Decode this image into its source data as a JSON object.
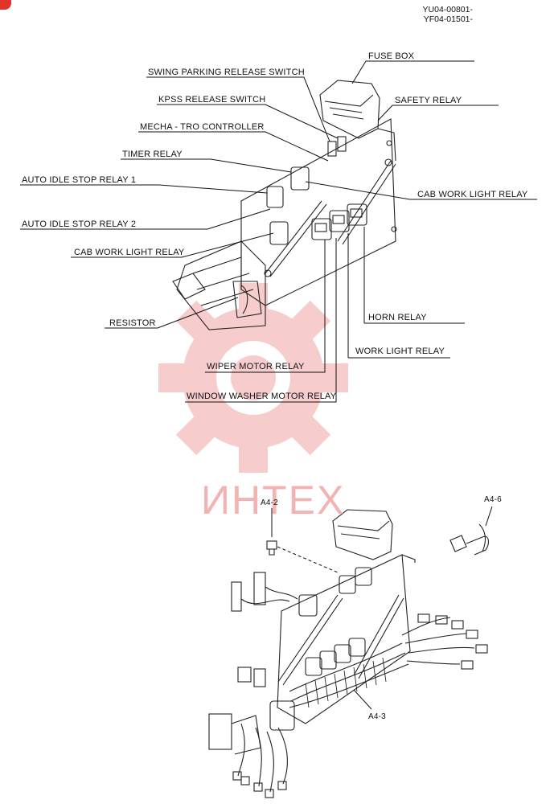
{
  "header": {
    "codes": [
      "YU04-00801-",
      "YF04-01501-"
    ]
  },
  "labels": {
    "fuse_box": "FUSE BOX",
    "swing_parking_release_switch": "SWING PARKING RELEASE SWITCH",
    "kpss_release_switch": "KPSS RELEASE SWITCH",
    "safety_relay": "SAFETY RELAY",
    "mecha_tro_controller": "MECHA - TRO CONTROLLER",
    "timer_relay": "TIMER RELAY",
    "auto_idle_stop_relay_1": "AUTO IDLE STOP RELAY 1",
    "cab_work_light_relay_right": "CAB WORK LIGHT RELAY",
    "auto_idle_stop_relay_2": "AUTO IDLE STOP RELAY 2",
    "cab_work_light_relay_left": "CAB WORK LIGHT RELAY",
    "resistor": "RESISTOR",
    "horn_relay": "HORN  RELAY",
    "work_light_relay": "WORK LIGHT  RELAY",
    "wiper_motor_relay": "WIPER MOTOR RELAY",
    "window_washer_motor_relay": "WINDOW WASHER MOTOR RELAY"
  },
  "part_refs": {
    "a4_2": "A4-2",
    "a4_6": "A4-6",
    "a4_3": "A4-3"
  },
  "watermark": {
    "text": "ИНТЕХ",
    "color": "#f2b3b3"
  },
  "colors": {
    "accent": "#e0352b",
    "watermark_gear": "#f6c4c4"
  }
}
